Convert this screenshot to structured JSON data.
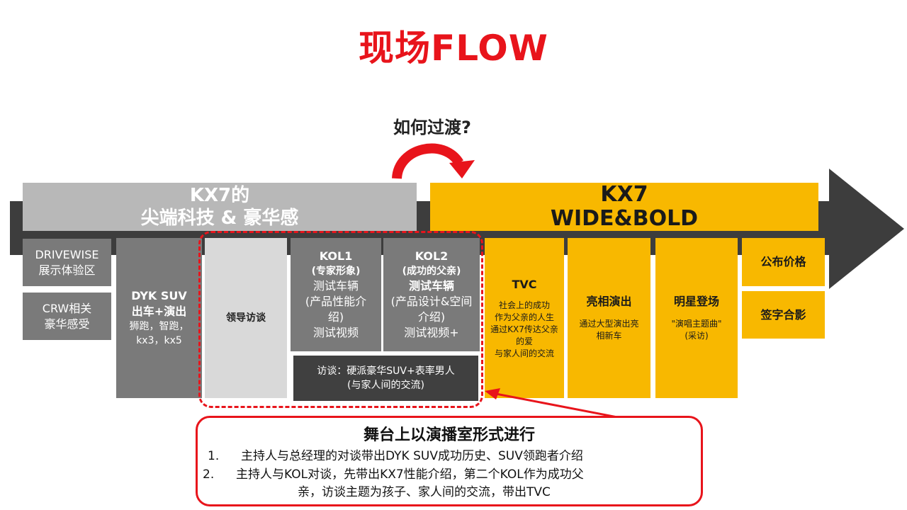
{
  "title": "现场FLOW",
  "question": "如何过渡?",
  "left_header": {
    "line1": "KX7的",
    "line2": "尖端科技 & 豪华感"
  },
  "right_header": {
    "line1": "KX7",
    "line2": "WIDE&BOLD"
  },
  "drivewise": {
    "line1": "DRIVEWISE",
    "line2": "展示体验区"
  },
  "crw": {
    "line1": "CRW相关",
    "line2": "豪华感受"
  },
  "dyk": {
    "line1": "DYK SUV",
    "line2": "出车+演出",
    "line3": "狮跑，智跑，",
    "line4": "kx3，kx5"
  },
  "leader": "领导访谈",
  "kol1": {
    "line1": "KOL1",
    "line2": "(专家形象)",
    "line3": "测试车辆",
    "line4": "(产品性能介",
    "line5": "绍)",
    "line6": "测试视频"
  },
  "kol2": {
    "line1": "KOL2",
    "line2": "(成功的父亲)",
    "line3": "测试车辆",
    "line4": "(产品设计&空间",
    "line5": "介绍)",
    "line6": "测试视频+"
  },
  "interview": {
    "line1": "访谈：硬派豪华SUV+表率男人",
    "line2": "(与家人间的交流)"
  },
  "tvc": {
    "title": "TVC",
    "line1": "社会上的成功",
    "line2": "作为父亲的人生",
    "line3": "通过KX7传达父亲",
    "line4": "的爱",
    "line5": "与家人间的交流"
  },
  "reveal": {
    "title": "亮相演出",
    "line1": "通过大型演出亮",
    "line2": "相新车"
  },
  "star": {
    "title": "明星登场",
    "line1": "\"演唱主题曲\"",
    "line2": "(采访)"
  },
  "price": "公布价格",
  "photo": "签字合影",
  "callout": {
    "title": "舞台上以演播室形式进行",
    "item1_num": "1.",
    "item1": "主持人与总经理的对谈带出DYK SUV成功历史、SUV领跑者介绍",
    "item2_num": "2.",
    "item2_line1": "主持人与KOL对谈，先带出KX7性能介绍，第二个KOL作为成功父",
    "item2_line2": "亲，访谈主题为孩子、家人间的交流，带出TVC"
  },
  "colors": {
    "red": "#e8141b",
    "yellow": "#f8b800",
    "gray": "#7a7a7a",
    "dark": "#3d3d3d"
  }
}
